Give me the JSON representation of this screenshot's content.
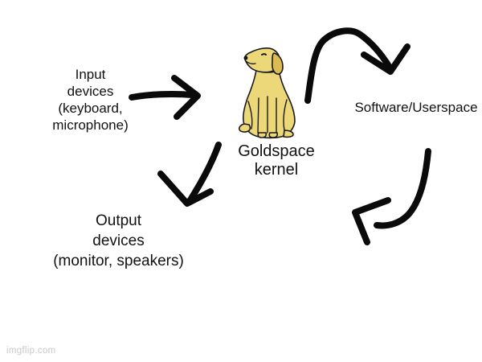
{
  "page": {
    "watermark": "imgflip.com"
  },
  "diagram": {
    "labels": {
      "input": "Input\ndevices\n(keyboard,\nmicrophone)",
      "kernel": "Goldspace\nkernel",
      "software": "Software/Userspace",
      "output": "Output\ndevices\n(monitor, speakers)"
    },
    "icons": {
      "dog": "yellow-golden-retriever-sitting-clipart"
    },
    "arrows": [
      {
        "name": "arrow-input-to-kernel",
        "from": "Input devices",
        "to": "Goldspace kernel",
        "shape": "hand-drawn straight arrow pointing right"
      },
      {
        "name": "arrow-kernel-to-userspace",
        "from": "Goldspace kernel",
        "to": "Software/Userspace",
        "shape": "hand-drawn arc pointing down"
      },
      {
        "name": "arrow-userspace-to-kernel",
        "from": "Software/Userspace",
        "to": "Goldspace kernel",
        "shape": "hand-drawn arc pointing up-left"
      },
      {
        "name": "arrow-kernel-to-output",
        "from": "Goldspace kernel",
        "to": "Output devices",
        "shape": "hand-drawn diagonal arrow pointing down-left"
      }
    ],
    "colors": {
      "background": "#ffffff",
      "text": "#111111",
      "arrow": "#0a0a0a",
      "dog_body": "#ecd878",
      "dog_ear": "#dcbc52",
      "watermark": "#c9c9c9"
    }
  }
}
